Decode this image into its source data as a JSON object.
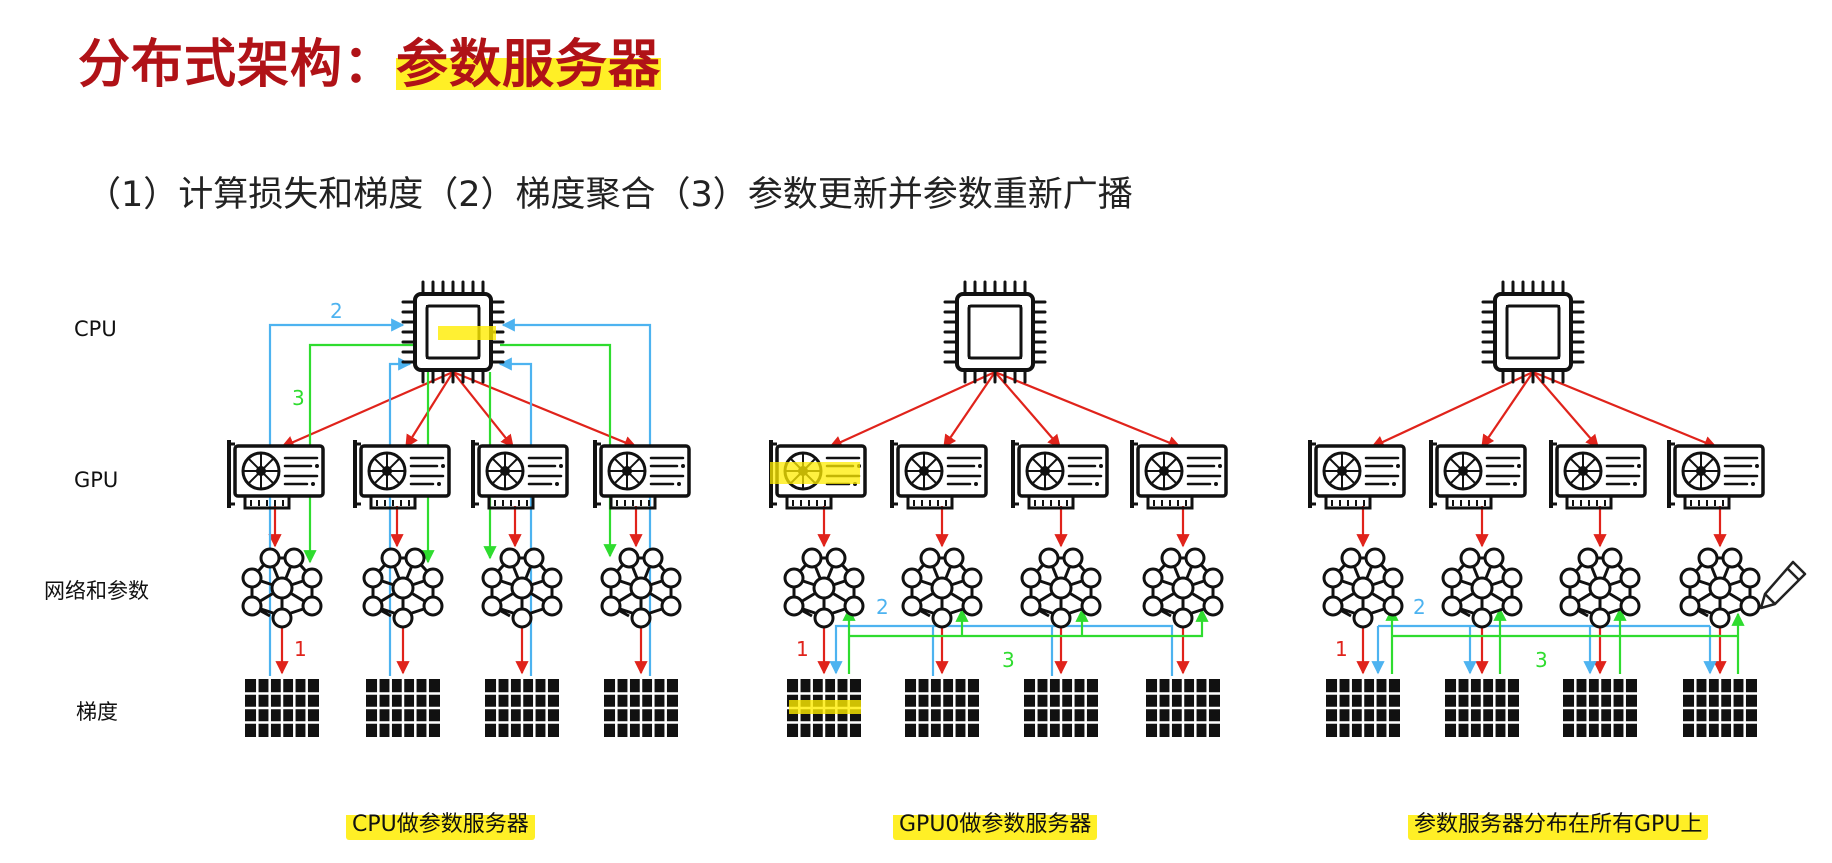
{
  "title": {
    "prefix": "分布式架构：",
    "highlight": "参数服务器"
  },
  "subtitle": "（1）计算损失和梯度（2）梯度聚合（3）参数更新并参数重新广播",
  "row_labels": {
    "cpu": "CPU",
    "gpu": "GPU",
    "net": "网络和参数",
    "grad": "梯度"
  },
  "captions": [
    "CPU做参数服务器",
    "GPU0做参数服务器",
    "参数服务器分布在所有GPU上"
  ],
  "step_labels": {
    "one": "1",
    "two": "2",
    "three": "3"
  },
  "icons": [
    "cpu-chip-icon",
    "gpu-card-icon",
    "neural-network-icon",
    "gradient-grid-icon",
    "pencil-icon"
  ],
  "colors": {
    "title": "#b01217",
    "red_arrow": "#e0231b",
    "blue_arrow": "#4db3f0",
    "green_arrow": "#2fdc2f",
    "highlight": "#ffec00"
  }
}
